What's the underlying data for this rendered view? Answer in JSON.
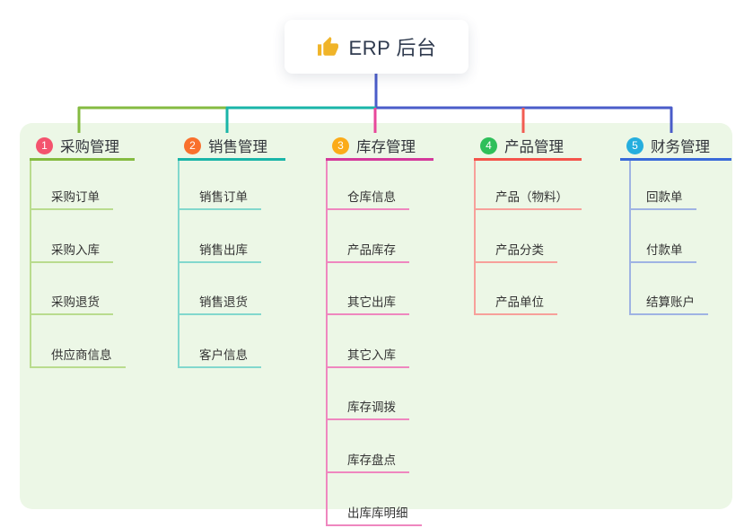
{
  "root": {
    "title": "ERP 后台",
    "icon": "thumbs-up-icon"
  },
  "branches": [
    {
      "index": "1",
      "label": "采购管理",
      "badge_color": "#f4536e",
      "line_color": "#85bb41",
      "child_line_color": "#b9dc8e",
      "children": [
        "采购订单",
        "采购入库",
        "采购退货",
        "供应商信息"
      ]
    },
    {
      "index": "2",
      "label": "销售管理",
      "badge_color": "#f9702d",
      "line_color": "#1ab5a8",
      "child_line_color": "#82d8cd",
      "children": [
        "销售订单",
        "销售出库",
        "销售退货",
        "客户信息"
      ]
    },
    {
      "index": "3",
      "label": "库存管理",
      "badge_color": "#fbab19",
      "line_color": "#d4399b",
      "child_line_color": "#ef87bf",
      "children": [
        "仓库信息",
        "产品库存",
        "其它出库",
        "其它入库",
        "库存调拨",
        "库存盘点",
        "出库库明细"
      ]
    },
    {
      "index": "4",
      "label": "产品管理",
      "badge_color": "#2fbf5a",
      "line_color": "#f4544b",
      "child_line_color": "#f7a09a",
      "children": [
        "产品（物料）",
        "产品分类",
        "产品单位"
      ]
    },
    {
      "index": "5",
      "label": "财务管理",
      "badge_color": "#25aede",
      "line_color": "#3a6ad8",
      "child_line_color": "#9fb3e3",
      "children": [
        "回款单",
        "付款单",
        "结算账户"
      ]
    }
  ],
  "palette": {
    "canvas_bg": "#ffffff",
    "panel_bg": "#ecf7e6",
    "connector_blue": "#4a5cc9",
    "drop_pink": "#e8479b",
    "drop_red": "#f25c52",
    "text_dark": "#333333",
    "root_text": "#2f3a4e",
    "thumb_yellow": "#f0b429"
  }
}
